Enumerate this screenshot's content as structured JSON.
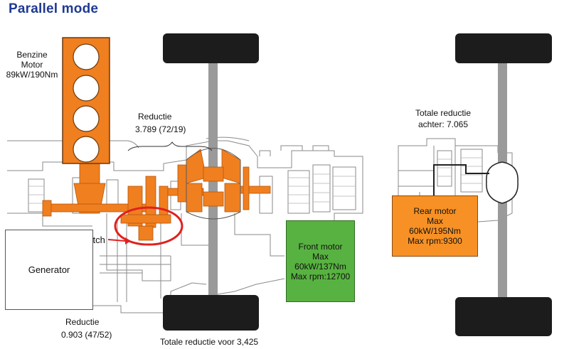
{
  "title": "Parallel mode",
  "engine": {
    "line1": "Benzine",
    "line2": "Motor",
    "line3": "89kW/190Nm"
  },
  "reductie_top": {
    "line1": "Reductie",
    "line2": "3.789 (72/19)"
  },
  "clutch_label": "Clutch",
  "generator_label": "Generator",
  "reductie_bottom": {
    "line1": "Reductie",
    "line2": "0.903 (47/52)"
  },
  "front_motor": {
    "line1": "Front motor",
    "line2": "Max",
    "line3": "60kW/137Nm",
    "line4": "Max rpm:12700"
  },
  "totale_voor": "Totale reductie voor 3,425",
  "totale_achter": {
    "line1": "Totale reductie",
    "line2": "achter: 7.065"
  },
  "rear_motor": {
    "line1": "Rear motor",
    "line2": "Max",
    "line3": "60kW/195Nm",
    "line4": "Max rpm:9300"
  },
  "colors": {
    "title": "#1f3a93",
    "power_flow": "#f07f1f",
    "front_motor_box": "#58b241",
    "rear_motor_box": "#f79125",
    "clutch_ring": "#e02020",
    "tire": "#1c1c1c",
    "axle": "#9a9a9a"
  }
}
